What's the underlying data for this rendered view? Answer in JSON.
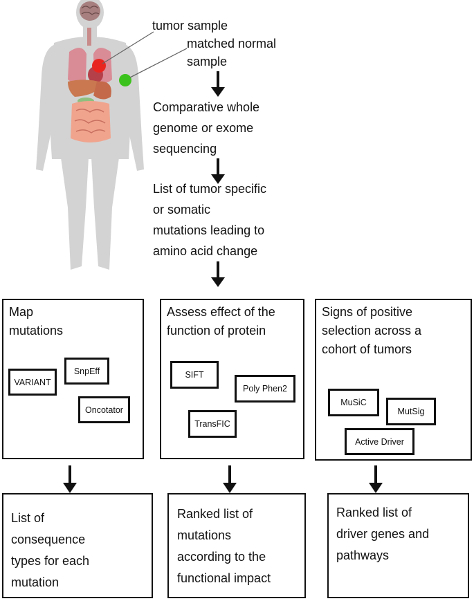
{
  "labels": {
    "tumor_sample": "tumor sample",
    "matched_normal": "matched normal\nsample"
  },
  "steps": {
    "sequencing": "Comparative whole\ngenome or exome\nsequencing",
    "somatic_list": "List of tumor specific\nor somatic\nmutations leading to\namino acid change"
  },
  "panels": [
    {
      "title": "Map\nmutations",
      "tools": [
        "VARIANT",
        "SnpEff",
        "Oncotator"
      ],
      "output": "List of\nconsequence\ntypes for each\nmutation"
    },
    {
      "title": "Assess effect of the\nfunction of protein",
      "tools": [
        "SIFT",
        "Poly Phen2",
        "TransFIC"
      ],
      "output": "Ranked list of\nmutations\naccording to the\nfunctional impact"
    },
    {
      "title": "Signs of positive\nselection across a\ncohort of tumors",
      "tools": [
        "MuSiC",
        "MutSig",
        "Active Driver"
      ],
      "output": "Ranked list of\ndriver genes and\npathways"
    }
  ],
  "colors": {
    "body_silhouette": "#d3d3d3",
    "tumor_marker": "#e8261f",
    "normal_marker": "#3cc21c",
    "lungs": "#d98b96",
    "liver": "#c46a4a",
    "intestine": "#f0a48e"
  }
}
